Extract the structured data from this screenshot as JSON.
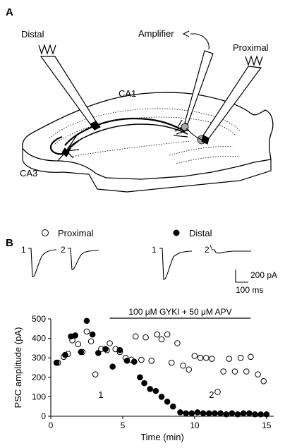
{
  "panelA": {
    "label": "A",
    "distal": "Distal",
    "amplifier": "Amplifier",
    "proximal": "Proximal",
    "ca1": "CA1",
    "ca3": "CA3"
  },
  "panelB": {
    "label": "B",
    "legend_proximal": "Proximal",
    "legend_distal": "Distal",
    "trace_labels": [
      "1",
      "2",
      "1",
      "2"
    ],
    "scale_y": "200 pA",
    "scale_x": "100 ms",
    "drug_label": "100 μM GYKI + 50 μM APV",
    "annot_1": "1",
    "annot_2": "2"
  },
  "chart_data": {
    "type": "scatter",
    "xlabel": "Time (min)",
    "ylabel": "PSC amplitude (pA)",
    "xlim": [
      0,
      15.5
    ],
    "ylim": [
      0,
      500
    ],
    "xticks": [
      0,
      5,
      10,
      15
    ],
    "yticks": [
      0,
      100,
      200,
      300,
      400,
      500
    ],
    "drug_interval": [
      4.1,
      13.9
    ],
    "series": [
      {
        "name": "Proximal",
        "marker": "open-circle",
        "points": [
          [
            0.5,
            275
          ],
          [
            0.9,
            305
          ],
          [
            1.2,
            320
          ],
          [
            1.5,
            390
          ],
          [
            1.9,
            370
          ],
          [
            2.2,
            330
          ],
          [
            2.5,
            435
          ],
          [
            2.8,
            385
          ],
          [
            3.1,
            215
          ],
          [
            3.5,
            345
          ],
          [
            3.9,
            340
          ],
          [
            4.1,
            375
          ],
          [
            4.5,
            345
          ],
          [
            4.8,
            330
          ],
          [
            5.2,
            300
          ],
          [
            5.6,
            290
          ],
          [
            5.9,
            410
          ],
          [
            6.3,
            290
          ],
          [
            6.6,
            405
          ],
          [
            7.0,
            285
          ],
          [
            7.4,
            420
          ],
          [
            7.7,
            395
          ],
          [
            8.1,
            420
          ],
          [
            8.4,
            275
          ],
          [
            8.8,
            375
          ],
          [
            9.2,
            260
          ],
          [
            9.6,
            240
          ],
          [
            10.0,
            310
          ],
          [
            10.4,
            300
          ],
          [
            10.8,
            300
          ],
          [
            11.2,
            295
          ],
          [
            11.6,
            125
          ],
          [
            12.0,
            230
          ],
          [
            12.4,
            295
          ],
          [
            12.8,
            230
          ],
          [
            13.2,
            300
          ],
          [
            13.6,
            230
          ],
          [
            13.9,
            305
          ],
          [
            14.4,
            215
          ],
          [
            14.8,
            180
          ]
        ]
      },
      {
        "name": "Distal",
        "marker": "filled-circle",
        "points": [
          [
            0.4,
            275
          ],
          [
            1.0,
            315
          ],
          [
            1.4,
            410
          ],
          [
            1.7,
            415
          ],
          [
            2.1,
            330
          ],
          [
            2.5,
            490
          ],
          [
            2.9,
            420
          ],
          [
            3.3,
            325
          ],
          [
            3.8,
            345
          ],
          [
            4.3,
            255
          ],
          [
            4.8,
            340
          ],
          [
            5.3,
            285
          ],
          [
            5.8,
            280
          ],
          [
            6.2,
            200
          ],
          [
            6.5,
            170
          ],
          [
            6.9,
            140
          ],
          [
            7.3,
            130
          ],
          [
            7.7,
            100
          ],
          [
            8.1,
            75
          ],
          [
            8.5,
            50
          ],
          [
            9.0,
            20
          ],
          [
            9.4,
            15
          ],
          [
            9.8,
            15
          ],
          [
            10.2,
            20
          ],
          [
            10.6,
            15
          ],
          [
            11.0,
            15
          ],
          [
            11.4,
            15
          ],
          [
            11.8,
            15
          ],
          [
            12.2,
            10
          ],
          [
            12.6,
            15
          ],
          [
            13.0,
            10
          ],
          [
            13.4,
            15
          ],
          [
            13.8,
            15
          ],
          [
            14.2,
            10
          ],
          [
            14.6,
            10
          ],
          [
            15.0,
            10
          ]
        ]
      }
    ]
  }
}
